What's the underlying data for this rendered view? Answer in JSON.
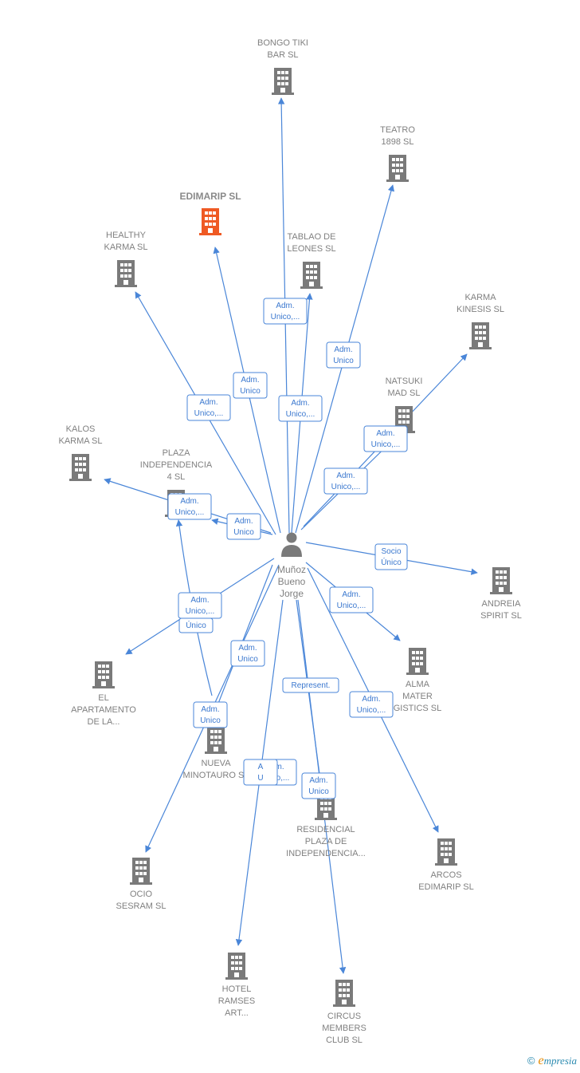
{
  "center": {
    "name_lines": [
      "Muñoz",
      "Bueno",
      "Jorge"
    ]
  },
  "colors": {
    "edge": "#4a86d8",
    "building": "#7a7a7a",
    "building_primary": "#ef5a24"
  },
  "companies": [
    {
      "id": "bongo",
      "lines": [
        "BONGO TIKI",
        "BAR  SL"
      ],
      "primary": false
    },
    {
      "id": "teatro",
      "lines": [
        "TEATRO",
        "1898  SL"
      ],
      "primary": false
    },
    {
      "id": "edimarip",
      "lines": [
        "EDIMARIP  SL"
      ],
      "primary": true
    },
    {
      "id": "healthy",
      "lines": [
        "HEALTHY",
        "KARMA  SL"
      ],
      "primary": false
    },
    {
      "id": "tablao",
      "lines": [
        "TABLAO DE",
        "LEONES  SL"
      ],
      "primary": false
    },
    {
      "id": "karma",
      "lines": [
        "KARMA",
        "KINESIS  SL"
      ],
      "primary": false
    },
    {
      "id": "natsuki",
      "lines": [
        "NATSUKI",
        "MAD  SL"
      ],
      "primary": false
    },
    {
      "id": "kalos",
      "lines": [
        "KALOS",
        "KARMA  SL"
      ],
      "primary": false
    },
    {
      "id": "plaza4",
      "lines": [
        "PLAZA",
        "INDEPENDENCIA",
        "4 SL"
      ],
      "primary": false
    },
    {
      "id": "andreia",
      "lines": [
        "ANDREIA",
        "SPIRIT  SL"
      ],
      "primary": false
    },
    {
      "id": "apartamento",
      "lines": [
        "EL",
        "APARTAMENTO",
        "DE LA..."
      ],
      "primary": false
    },
    {
      "id": "alma",
      "lines": [
        "ALMA",
        "MATER",
        "GISTICS  SL"
      ],
      "primary": false
    },
    {
      "id": "minotauro",
      "lines": [
        "NUEVA",
        "MINOTAURO  SL"
      ],
      "primary": false
    },
    {
      "id": "residencial",
      "lines": [
        "RESIDENCIAL",
        "PLAZA DE",
        "INDEPENDENCIA..."
      ],
      "primary": false
    },
    {
      "id": "arcos",
      "lines": [
        "ARCOS",
        "EDIMARIP  SL"
      ],
      "primary": false
    },
    {
      "id": "ocio",
      "lines": [
        "OCIO",
        "SESRAM  SL"
      ],
      "primary": false
    },
    {
      "id": "hotel",
      "lines": [
        "HOTEL",
        "RAMSES",
        "ART..."
      ],
      "primary": false
    },
    {
      "id": "circus",
      "lines": [
        "CIRCUS",
        "MEMBERS",
        "CLUB  SL"
      ],
      "primary": false
    }
  ],
  "roles": [
    {
      "to": "bongo",
      "lines": [
        "Adm.",
        "Unico,..."
      ]
    },
    {
      "to": "teatro",
      "lines": [
        "Adm.",
        "Unico"
      ]
    },
    {
      "to": "edimarip",
      "lines": [
        "Adm.",
        "Unico"
      ]
    },
    {
      "to": "healthy",
      "lines": [
        "Adm.",
        "Unico,..."
      ]
    },
    {
      "to": "tablao",
      "lines": [
        "Adm.",
        "Unico,..."
      ]
    },
    {
      "to": "karma",
      "lines": [
        "Adm.",
        "Unico,..."
      ]
    },
    {
      "to": "natsuki",
      "lines": [
        "Adm.",
        "Unico,..."
      ]
    },
    {
      "to": "kalos",
      "lines": [
        "Adm.",
        "Unico,..."
      ]
    },
    {
      "to": "plaza4",
      "lines": [
        "Adm.",
        "Unico"
      ]
    },
    {
      "to": "andreia",
      "lines": [
        "Socio",
        "Único"
      ]
    },
    {
      "to": "apartamento",
      "lines": [
        "Adm.",
        "Unico,..."
      ]
    },
    {
      "to": "apartamento2",
      "lines": [
        "Único"
      ]
    },
    {
      "to": "alma",
      "lines": [
        "Adm.",
        "Unico,..."
      ]
    },
    {
      "to": "minotauro",
      "lines": [
        "Adm.",
        "Unico"
      ]
    },
    {
      "to": "ocio",
      "lines": [
        "Adm.",
        "Unico"
      ]
    },
    {
      "to": "residencial",
      "lines": [
        "Represent."
      ]
    },
    {
      "to": "arcos",
      "lines": [
        "Adm.",
        "Unico,..."
      ]
    },
    {
      "to": "hotel",
      "lines": [
        "Adm.",
        "Unico,..."
      ]
    },
    {
      "to": "hotel2",
      "lines": [
        "A",
        "U"
      ]
    },
    {
      "to": "circus",
      "lines": [
        "Adm.",
        "Unico"
      ]
    }
  ],
  "brand": {
    "copyright": "©",
    "initial": "e",
    "name": "mpresia"
  }
}
